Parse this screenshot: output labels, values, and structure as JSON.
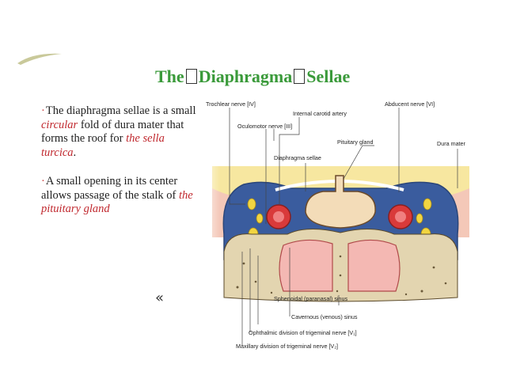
{
  "slide": {
    "title": {
      "word1": "The",
      "word2": "Diaphragma",
      "word3": "Sellae"
    },
    "bullets": [
      {
        "marker": "·",
        "parts": [
          "The diaphragma sellae is a small ",
          "circular",
          "  fold of dura mater that forms the roof for ",
          "the sella turcica",
          "."
        ]
      },
      {
        "marker": "·",
        "parts": [
          "A small opening in its center allows passage of the stalk of ",
          "the pituitary gland"
        ]
      }
    ],
    "nav_icon": "double-chevron-left-icon",
    "nav_glyph": "«"
  },
  "diagram": {
    "labels": {
      "trochlear": "Trochlear nerve [IV]",
      "internal_carotid": "Internal carotid artery",
      "abducent": "Abducent nerve  [VI]",
      "oculomotor": "Oculomotor nerve [III]",
      "pituitary": "Pituitary gland",
      "dura_mater": "Dura mater",
      "diaphragma": "Diaphragma sellae",
      "sphenoidal": "Sphenoidal (paranasal) sinus",
      "cavernous": "Cavernous (venous) sinus",
      "ophthalmic": "Ophthalmic division of trigeminal nerve [V₁]",
      "maxillary": "Maxillary division of trigeminal nerve [V₂]"
    },
    "colors": {
      "title_green": "#3a9a3a",
      "emphasis_red": "#c0282e",
      "venous_blue": "#3a5c9e",
      "nerve_yellow": "#f2d541",
      "artery_red": "#d93a3a",
      "sinus_pink": "#f4b8b3",
      "brain_yellow": "#f7e7a0",
      "gland_cream": "#f3dcb8",
      "bone": "#e3d5b0"
    }
  }
}
